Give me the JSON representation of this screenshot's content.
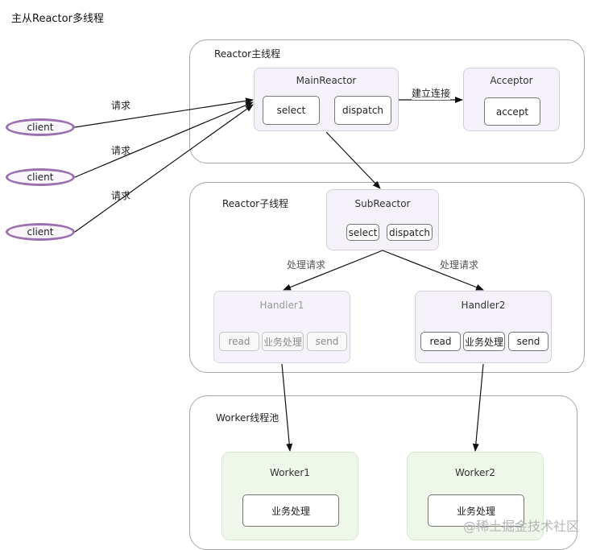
{
  "title": "主从Reactor多线程",
  "clients": [
    "client",
    "client",
    "client"
  ],
  "request_labels": [
    "请求",
    "请求",
    "请求"
  ],
  "main_reactor_group": {
    "label": "Reactor主线程",
    "main_reactor": {
      "title": "MainReactor",
      "buttons": [
        "select",
        "dispatch"
      ]
    },
    "connect_label": "建立连接",
    "acceptor": {
      "title": "Acceptor",
      "button": "accept"
    }
  },
  "sub_reactor_group": {
    "label": "Reactor子线程",
    "sub_reactor": {
      "title": "SubReactor",
      "buttons": [
        "select",
        "dispatch"
      ]
    },
    "process_labels": [
      "处理请求",
      "处理请求"
    ],
    "handler1": {
      "title": "Handler1",
      "buttons": [
        "read",
        "业务处理",
        "send"
      ]
    },
    "handler2": {
      "title": "Handler2",
      "buttons": [
        "read",
        "业务处理",
        "send"
      ]
    }
  },
  "worker_group": {
    "label": "Worker线程池",
    "worker1": {
      "title": "Worker1",
      "button": "业务处理"
    },
    "worker2": {
      "title": "Worker2",
      "button": "业务处理"
    }
  },
  "watermark": "@稀土掘金技术社区"
}
